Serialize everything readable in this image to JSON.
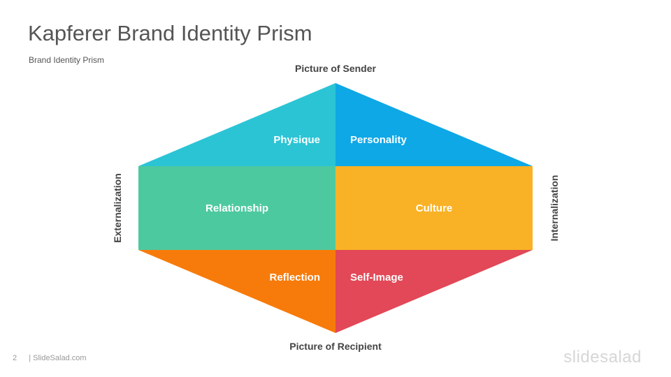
{
  "header": {
    "title": "Kapferer Brand Identity Prism",
    "subtitle": "Brand  Identity Prism"
  },
  "prism": {
    "top_label": "Picture of Sender",
    "bottom_label": "Picture of Recipient",
    "left_label": "Externalization",
    "right_label": "Internalization",
    "segments": {
      "physique": {
        "label": "Physique",
        "color": "#2BC4D5"
      },
      "personality": {
        "label": "Personality",
        "color": "#0EA8E6"
      },
      "relationship": {
        "label": "Relationship",
        "color": "#4DC99F"
      },
      "culture": {
        "label": "Culture",
        "color": "#F9B226"
      },
      "reflection": {
        "label": "Reflection",
        "color": "#F77B0B"
      },
      "self_image": {
        "label": "Self-Image",
        "color": "#E24857"
      }
    }
  },
  "footer": {
    "page_number": "2",
    "source": "| SlideSalad.com",
    "logo": "slidesalad"
  }
}
